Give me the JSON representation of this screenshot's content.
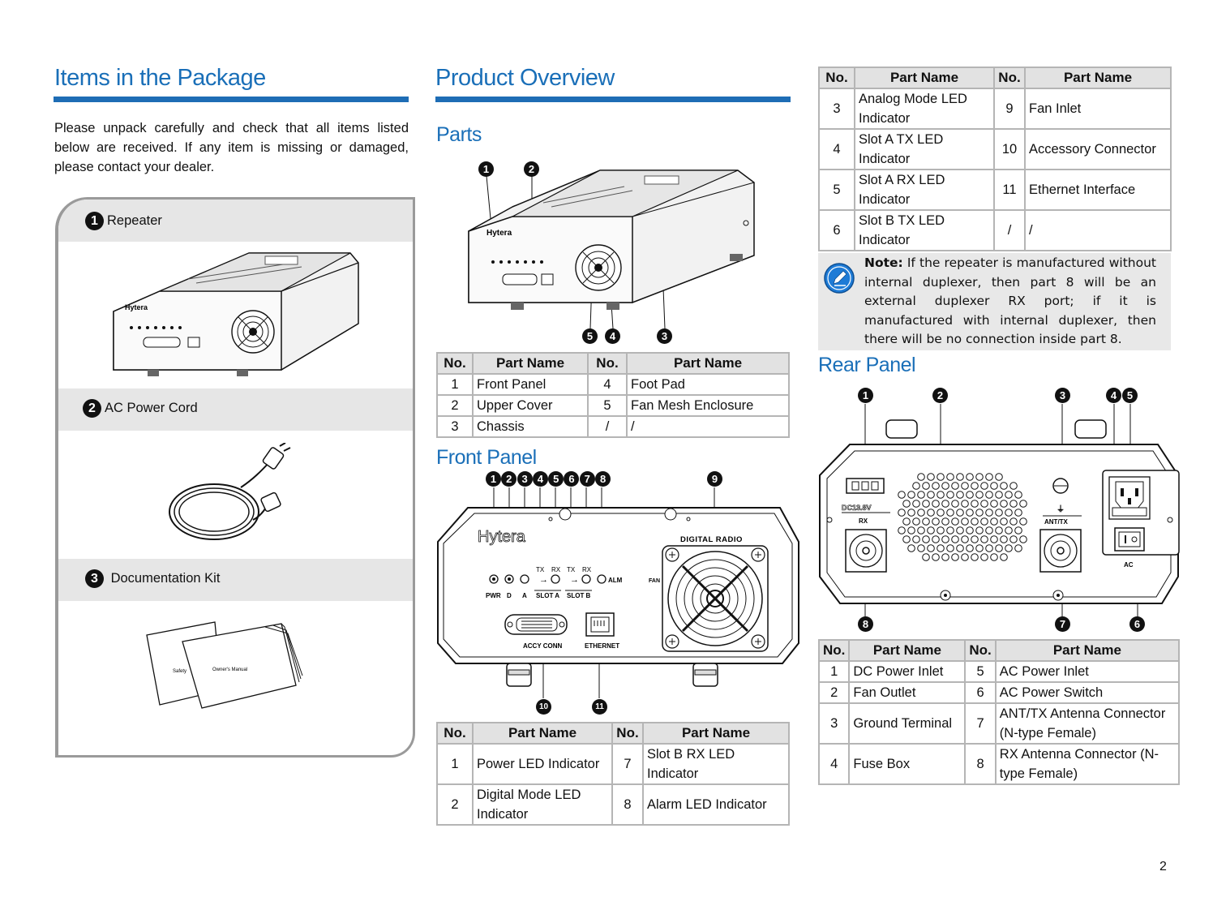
{
  "items_package": {
    "title": "Items in the Package",
    "intro": "Please unpack carefully and check that all items listed below are received. If any item is missing or damaged, please contact your dealer.",
    "items": [
      {
        "number": "1",
        "label": "Repeater"
      },
      {
        "number": "2",
        "label": "AC Power Cord"
      },
      {
        "number": "3",
        "label": "Documentation Kit"
      }
    ],
    "booklet_labels": {
      "left": "Safety",
      "right": "Owner's Manual"
    }
  },
  "product_overview": {
    "title": "Product Overview",
    "parts": {
      "heading": "Parts",
      "callouts": [
        "1",
        "2",
        "5",
        "4",
        "3"
      ],
      "device_brand": "Hytera",
      "headers": [
        "No.",
        "Part Name",
        "No.",
        "Part Name"
      ],
      "rows": [
        [
          "1",
          "Front Panel",
          "4",
          "Foot Pad"
        ],
        [
          "2",
          "Upper Cover",
          "5",
          "Fan Mesh Enclosure"
        ],
        [
          "3",
          "Chassis",
          "/",
          "/"
        ]
      ]
    },
    "front_panel": {
      "heading": "Front Panel",
      "callouts_top": [
        "1",
        "2",
        "3",
        "4",
        "5",
        "6",
        "7",
        "8",
        "9"
      ],
      "callouts_bottom": [
        "10",
        "11"
      ],
      "panel_labels": {
        "brand": "Hytera",
        "digital_radio": "DIGITAL RADIO",
        "led_labels": [
          "PWR",
          "D",
          "A"
        ],
        "tx": "TX",
        "rx": "RX",
        "slot_a": "SLOT A",
        "slot_b": "SLOT B",
        "alm": "ALM",
        "fan": "FAN",
        "accy_conn": "ACCY CONN",
        "ethernet": "ETHERNET"
      },
      "headers": [
        "No.",
        "Part Name",
        "No.",
        "Part Name"
      ],
      "rows": [
        [
          "1",
          "Power LED Indicator",
          "7",
          "Slot B RX LED Indicator"
        ],
        [
          "2",
          "Digital Mode LED Indicator",
          "8",
          "Alarm LED Indicator"
        ]
      ]
    },
    "front_panel_cont": {
      "headers": [
        "No.",
        "Part Name",
        "No.",
        "Part Name"
      ],
      "rows": [
        [
          "3",
          "Analog Mode LED Indicator",
          "9",
          "Fan Inlet"
        ],
        [
          "4",
          "Slot A TX LED Indicator",
          "10",
          "Accessory Connector"
        ],
        [
          "5",
          "Slot A RX LED Indicator",
          "11",
          "Ethernet Interface"
        ],
        [
          "6",
          "Slot B TX LED Indicator",
          "/",
          "/"
        ]
      ]
    },
    "note": {
      "label": "Note:",
      "text": " If the repeater is manufactured without internal duplexer, then part 8 will be an external duplexer RX port; if it is manufactured with internal duplexer, then there will be no connection inside part 8.",
      "icon": "pencil-icon"
    },
    "rear_panel": {
      "heading": "Rear Panel",
      "callouts_top": [
        "1",
        "2",
        "3",
        "4",
        "5"
      ],
      "callouts_bottom": [
        "8",
        "7",
        "6"
      ],
      "panel_labels": {
        "dc": "DC13.8V",
        "rx": "RX",
        "ant_tx": "ANT/TX",
        "ac": "AC"
      },
      "headers": [
        "No.",
        "Part Name",
        "No.",
        "Part Name"
      ],
      "rows": [
        [
          "1",
          "DC Power Inlet",
          "5",
          "AC Power Inlet"
        ],
        [
          "2",
          "Fan Outlet",
          "6",
          "AC Power Switch"
        ],
        [
          "3",
          "Ground Terminal",
          "7",
          "ANT/TX Antenna Connector (N-type Female)"
        ],
        [
          "4",
          "Fuse Box",
          "8",
          "RX Antenna Connector (N-type Female)"
        ]
      ]
    }
  },
  "page_number": "2",
  "colors": {
    "heading_blue": "#1a6fb8",
    "rule_blue": "#1e6db5",
    "table_header_gray": "#e2e2e2",
    "table_border": "#b5b5b5",
    "note_bg": "#e8e8e8",
    "icon_blue": "#1e7bd6"
  }
}
